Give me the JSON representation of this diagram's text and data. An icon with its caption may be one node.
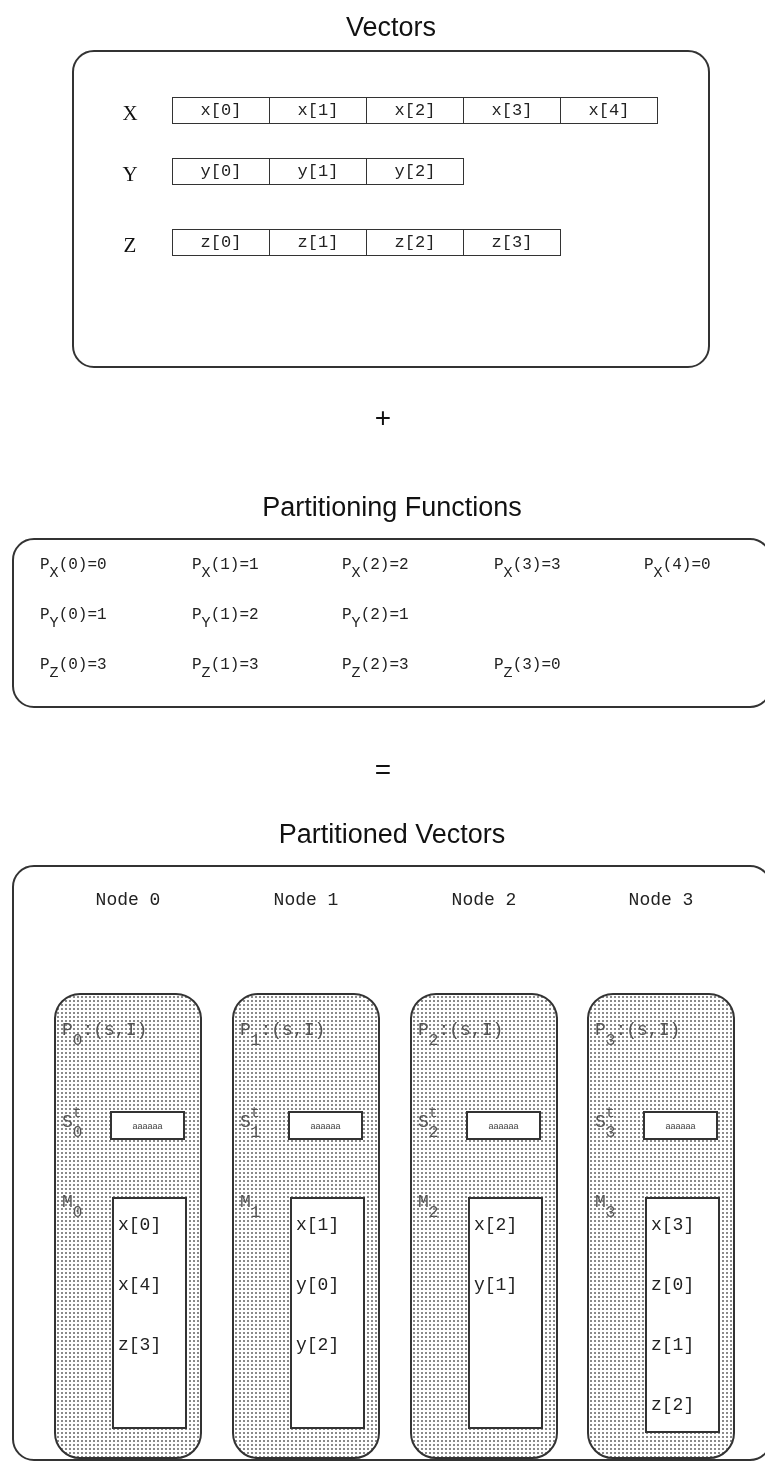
{
  "diagram": {
    "nodes": [
      {
        "text": [
          "Vectors"
        ]
      },
      {
        "text": [
          "x[0]"
        ],
        "in": 0
      },
      {
        "text": [
          "x[1]"
        ],
        "in": 0
      },
      {
        "text": [
          "x[2]"
        ],
        "in": 0
      },
      {
        "text": [
          "x[3]"
        ],
        "in": 0
      },
      {
        "text": [
          "x[4]"
        ],
        "in": 0
      },
      {
        "text": [
          "y[0]"
        ],
        "in": 0
      },
      {
        "text": [
          "y[1]"
        ],
        "in": 0
      },
      {
        "text": [
          "y[2]"
        ],
        "in": 0
      },
      {
        "text": [
          "z[0]"
        ],
        "in": 0
      },
      {
        "text": [
          "z[1]"
        ],
        "in": 0
      },
      {
        "text": [
          "z[2]"
        ],
        "in": 0
      },
      {
        "text": [
          "z[3]"
        ],
        "in": 0
      },
      {
        "text": [
          "Partitioning Functions",
          "P$_{X}$(0)=0",
          "P$_{X}$(1)=1",
          "P$_{X}$(2)=2",
          "P$_{X}$(3)=3",
          "P$_{X}$(4)=0",
          "P$_{Y}$(0)=1",
          "P$_{Y}$(1)=2",
          "P$_{Y}$(2)=1",
          "P$_{Z}$(0)=3",
          "P$_{Z}$(1)=3",
          "P$_{Z}$(2)=3",
          "P$_{Z}$(3)=0"
        ]
      },
      {
        "text": [
          "Partitioned Vectors"
        ]
      },
      {
        "text": [
          "Node 0",
          "P$_{0}$:(s,I)",
          "S$^{t}$$_{0}$",
          "M$_{0}$"
        ],
        "in": 14
      },
      {
        "text": [
          "aaaaaa"
        ],
        "in": 15
      },
      {
        "text": [
          "x[0]",
          "x[4]",
          "z[3]"
        ],
        "in": 15
      },
      {
        "text": [
          "Node 1",
          "P$_{1}$:(s,I)",
          "S$^{t}$$_{1}$",
          "M$_{1}$"
        ],
        "in": 14
      },
      {
        "text": [
          "aaaaaa"
        ],
        "in": 18
      },
      {
        "text": [
          "x[1]",
          "y[0]",
          "y[2]"
        ],
        "in": 18
      },
      {
        "text": [
          "Node 2",
          "P$_{2}$:(s,I)",
          "S$^{t}$$_{2}$",
          "M$_{2}$"
        ],
        "in": 14
      },
      {
        "text": [
          "aaaaaa"
        ],
        "in": 21
      },
      {
        "text": [
          "x[2]",
          "y[1]"
        ],
        "in": 21
      },
      {
        "text": [
          "Node 3",
          "P$_{3}$:(s,I)",
          "S$^{t}$$_{3}$",
          "M$_{3}$"
        ],
        "in": 14
      },
      {
        "text": [
          "aaaaaa"
        ],
        "in": 24
      },
      {
        "text": [
          "x[3]",
          "z[0]",
          "z[1]",
          "z[2]"
        ],
        "in": 24
      }
    ],
    "labels": [
      "X",
      "Y",
      "Z",
      "+",
      "="
    ]
  }
}
